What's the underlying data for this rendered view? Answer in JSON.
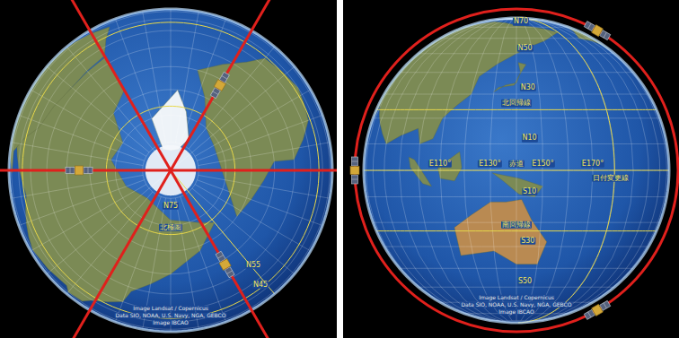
{
  "diagram": {
    "labels": [
      "N75",
      "北極圏",
      "N55",
      "N45",
      "Image Landsat / Copernicus",
      "Data SIO, NOAA, U.S. Navy, NGA, GEBCO",
      "Image IBCAO",
      "N70",
      "N50",
      "N30",
      "北回帰線",
      "N10",
      "E110°",
      "E130°",
      "赤道",
      "E150°",
      "E170°",
      "日付変更線",
      "S10",
      "南回帰線",
      "S30",
      "S50",
      "Image Landsat / Copernicus",
      "Data SIO, NOAA, U.S. Navy, NGA, GEBCO",
      "Image IBCAO"
    ]
  }
}
